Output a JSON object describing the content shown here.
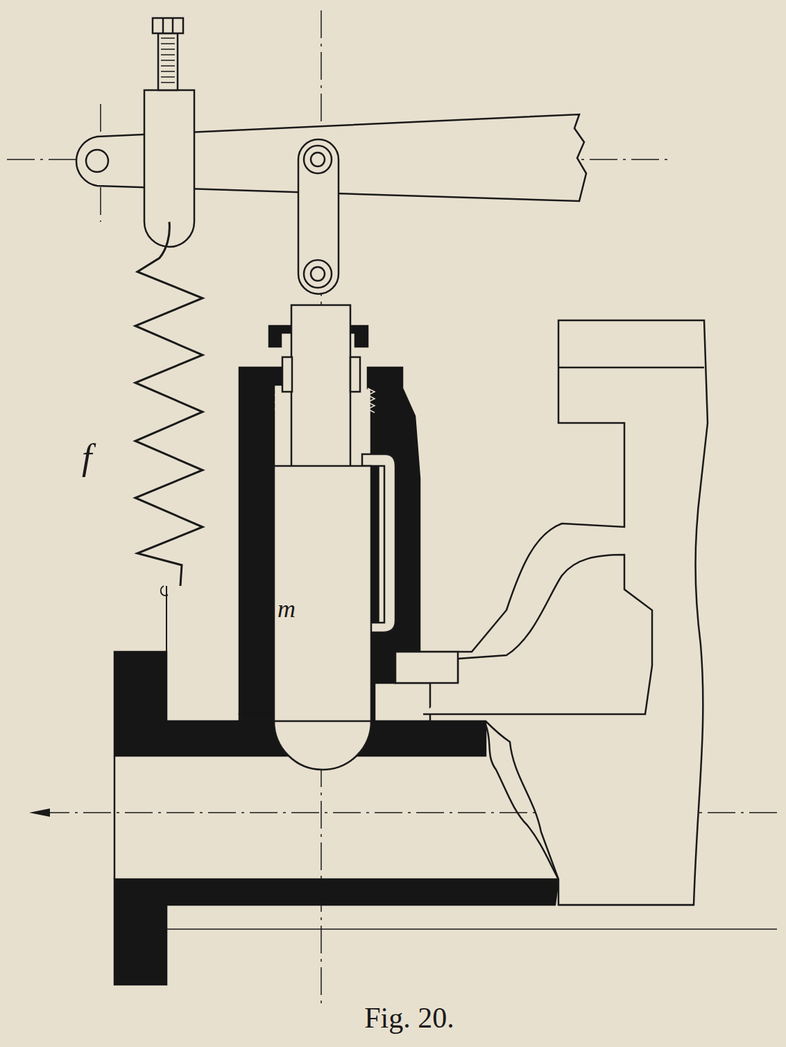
{
  "diagram": {
    "caption": "Fig. 20.",
    "labels": [
      "f",
      "m"
    ]
  }
}
